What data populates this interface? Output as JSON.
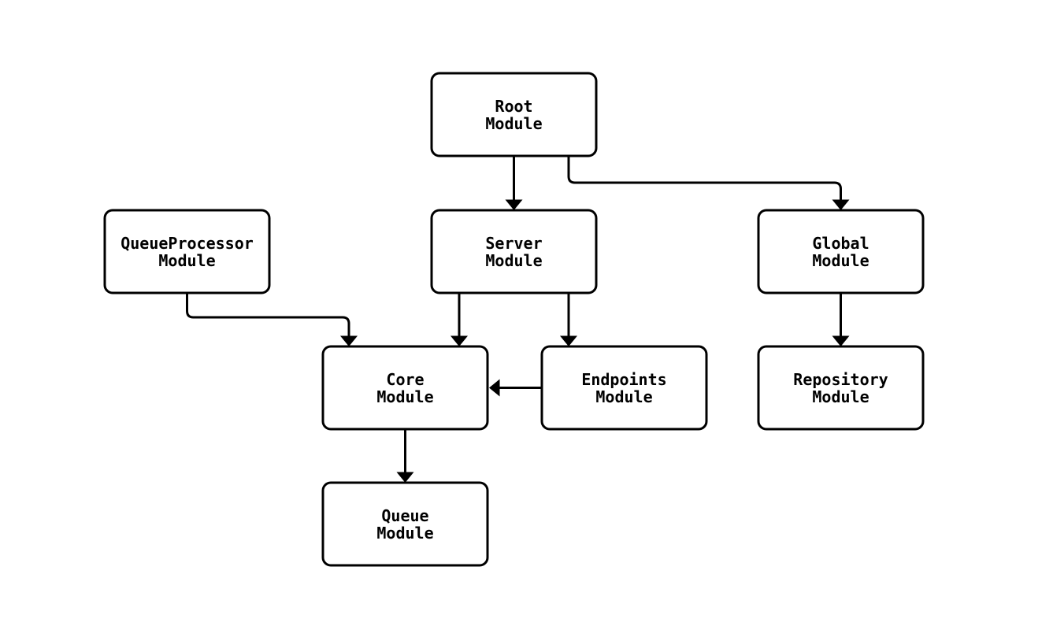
{
  "diagram": {
    "type": "module-dependency-flowchart",
    "background_color": "#ffffff",
    "node_fill_color": "#ffffff",
    "line_color": "#000000",
    "text_color": "#000000",
    "nodes": [
      {
        "id": "root",
        "line1": "Root",
        "line2": "Module"
      },
      {
        "id": "queueprocessor",
        "line1": "QueueProcessor",
        "line2": "Module"
      },
      {
        "id": "server",
        "line1": "Server",
        "line2": "Module"
      },
      {
        "id": "global",
        "line1": "Global",
        "line2": "Module"
      },
      {
        "id": "core",
        "line1": "Core",
        "line2": "Module"
      },
      {
        "id": "endpoints",
        "line1": "Endpoints",
        "line2": "Module"
      },
      {
        "id": "repository",
        "line1": "Repository",
        "line2": "Module"
      },
      {
        "id": "queue",
        "line1": "Queue",
        "line2": "Module"
      }
    ],
    "edges": [
      {
        "from": "Root Module",
        "to": "Server Module"
      },
      {
        "from": "Root Module",
        "to": "Global Module"
      },
      {
        "from": "QueueProcessor Module",
        "to": "Core Module"
      },
      {
        "from": "Server Module",
        "to": "Core Module"
      },
      {
        "from": "Server Module",
        "to": "Endpoints Module"
      },
      {
        "from": "Endpoints Module",
        "to": "Core Module"
      },
      {
        "from": "Global Module",
        "to": "Repository Module"
      },
      {
        "from": "Core Module",
        "to": "Queue Module"
      }
    ]
  }
}
